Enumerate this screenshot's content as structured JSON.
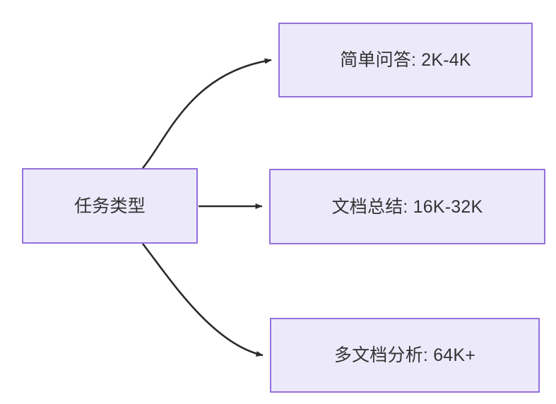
{
  "diagram": {
    "type": "flowchart",
    "direction": "left-to-right",
    "background_color": "#ffffff",
    "node_fill_color": "#ece9fb",
    "node_border_color": "#9370db",
    "node_text_color": "#333333",
    "edge_color": "#2a2a2a",
    "source_node": {
      "id": "task-type",
      "label": "任务类型"
    },
    "target_nodes": [
      {
        "id": "simple-qa",
        "label": "简单问答: 2K-4K",
        "edge_style": "curved"
      },
      {
        "id": "doc-summary",
        "label": "文档总结: 16K-32K",
        "edge_style": "straight"
      },
      {
        "id": "multi-doc-analysis",
        "label": "多文档分析: 64K+",
        "edge_style": "curved"
      }
    ],
    "edges": [
      {
        "from": "task-type",
        "to": "simple-qa",
        "label": ""
      },
      {
        "from": "task-type",
        "to": "doc-summary",
        "label": ""
      },
      {
        "from": "task-type",
        "to": "multi-doc-analysis",
        "label": ""
      }
    ]
  }
}
